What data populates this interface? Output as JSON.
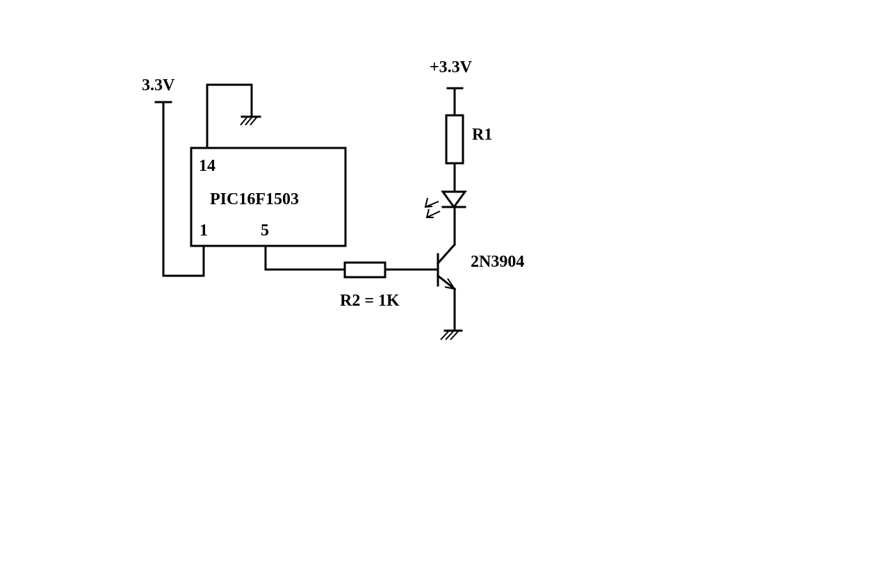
{
  "labels": {
    "supply_left": "3.3V",
    "supply_right": "+3.3V",
    "ic_name": "PIC16F1503",
    "pin_14": "14",
    "pin_1": "1",
    "pin_5": "5",
    "r1": "R1",
    "r2": "R2 = 1K",
    "transistor": "2N3904"
  },
  "colors": {
    "ink": "#000000",
    "background": "#ffffff"
  }
}
